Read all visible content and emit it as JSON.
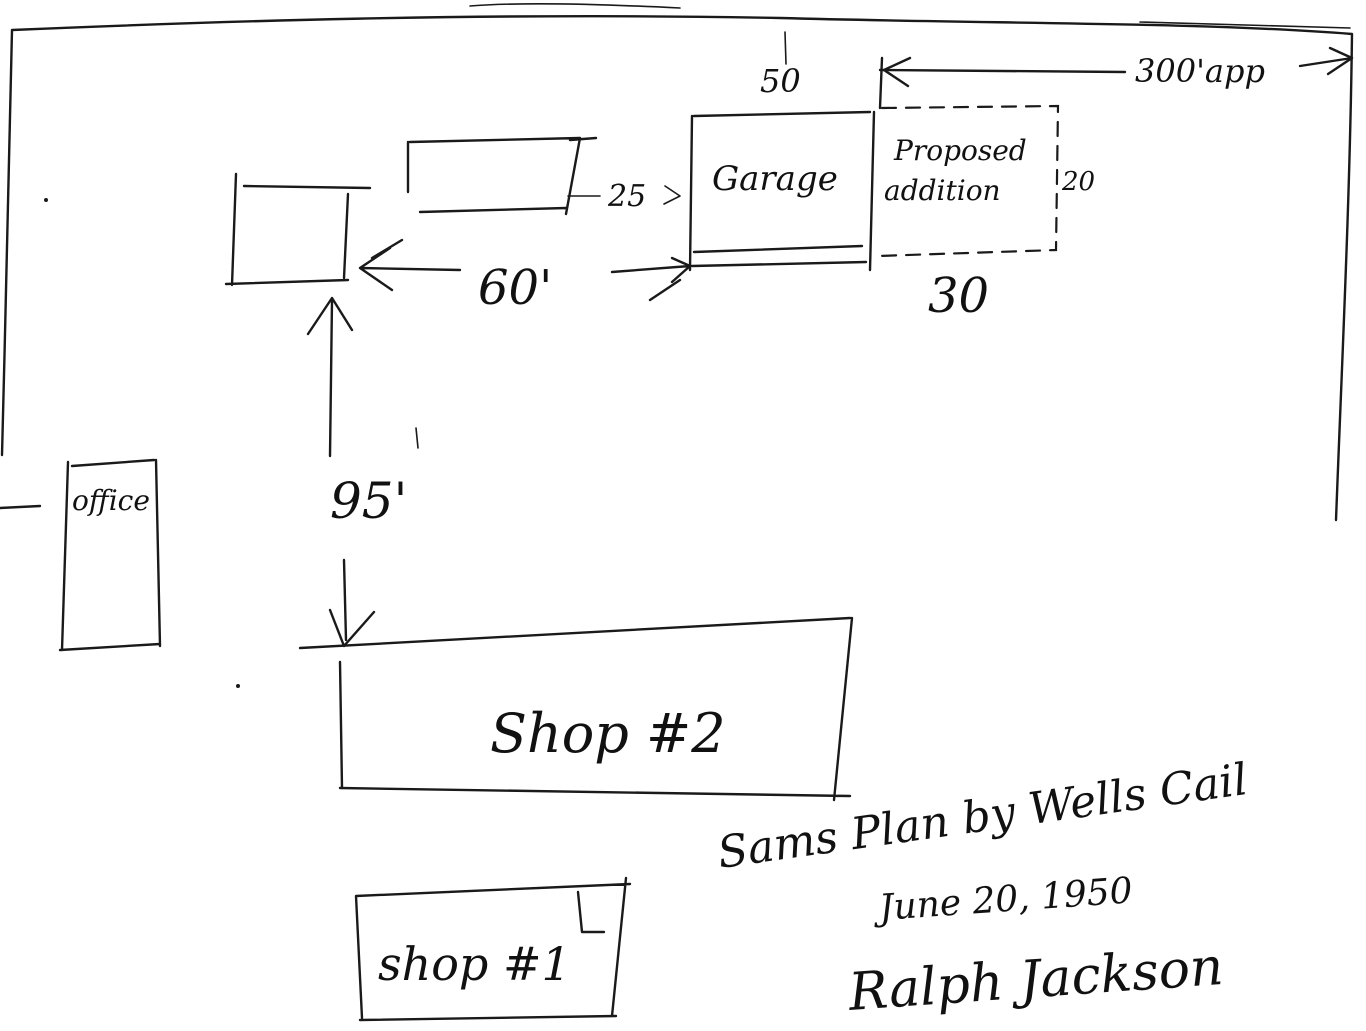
{
  "labels": {
    "top_dimension": "50",
    "right_distance": "300'app",
    "garage": "Garage",
    "proposed_addition_line1": "Proposed",
    "proposed_addition_line2": "addition",
    "side_dimension": "20",
    "bottom_addition_dimension": "30",
    "distance_25": "25",
    "distance_60": "60'",
    "distance_95": "95'",
    "office": "office",
    "shop_2": "Shop #2",
    "shop_1": "shop #1",
    "signature_line1": "Sams Plan by Wells Cail",
    "signature_line2": "June 20, 1950",
    "signature_line3": "Ralph Jackson"
  },
  "colors": {
    "ink": "#1a1a1a",
    "paper": "#ffffff"
  }
}
